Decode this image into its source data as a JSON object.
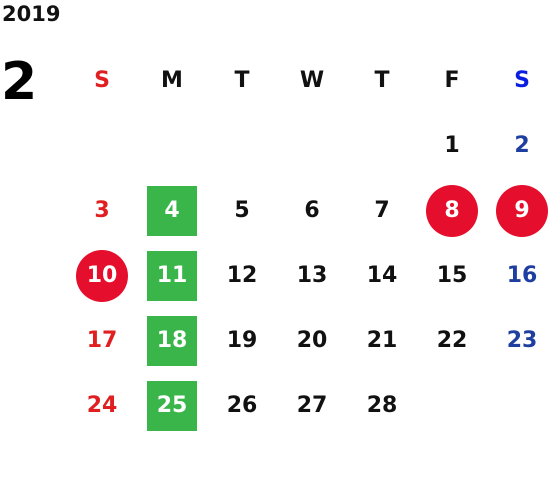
{
  "year": "2019",
  "month": "2",
  "colors": {
    "sunday": "#e02020",
    "saturday": "#1e3fa0",
    "saturday_header": "#0a1ee0",
    "weekday": "#111111",
    "holiday_circle": "#e50e2c",
    "highlight_square": "#3ab54a"
  },
  "weekdays": [
    {
      "label": "S",
      "kind": "sunday"
    },
    {
      "label": "M",
      "kind": "weekday"
    },
    {
      "label": "T",
      "kind": "weekday"
    },
    {
      "label": "W",
      "kind": "weekday"
    },
    {
      "label": "T",
      "kind": "weekday"
    },
    {
      "label": "F",
      "kind": "weekday"
    },
    {
      "label": "S",
      "kind": "saturday"
    }
  ],
  "weeks": [
    [
      null,
      null,
      null,
      null,
      null,
      {
        "day": "1"
      },
      {
        "day": "2"
      }
    ],
    [
      {
        "day": "3"
      },
      {
        "day": "4",
        "mark": "square"
      },
      {
        "day": "5"
      },
      {
        "day": "6"
      },
      {
        "day": "7"
      },
      {
        "day": "8",
        "mark": "circle"
      },
      {
        "day": "9",
        "mark": "circle"
      }
    ],
    [
      {
        "day": "10",
        "mark": "circle"
      },
      {
        "day": "11",
        "mark": "square"
      },
      {
        "day": "12"
      },
      {
        "day": "13"
      },
      {
        "day": "14"
      },
      {
        "day": "15"
      },
      {
        "day": "16"
      }
    ],
    [
      {
        "day": "17"
      },
      {
        "day": "18",
        "mark": "square"
      },
      {
        "day": "19"
      },
      {
        "day": "20"
      },
      {
        "day": "21"
      },
      {
        "day": "22"
      },
      {
        "day": "23"
      }
    ],
    [
      {
        "day": "24"
      },
      {
        "day": "25",
        "mark": "square"
      },
      {
        "day": "26"
      },
      {
        "day": "27"
      },
      {
        "day": "28"
      },
      null,
      null
    ]
  ]
}
